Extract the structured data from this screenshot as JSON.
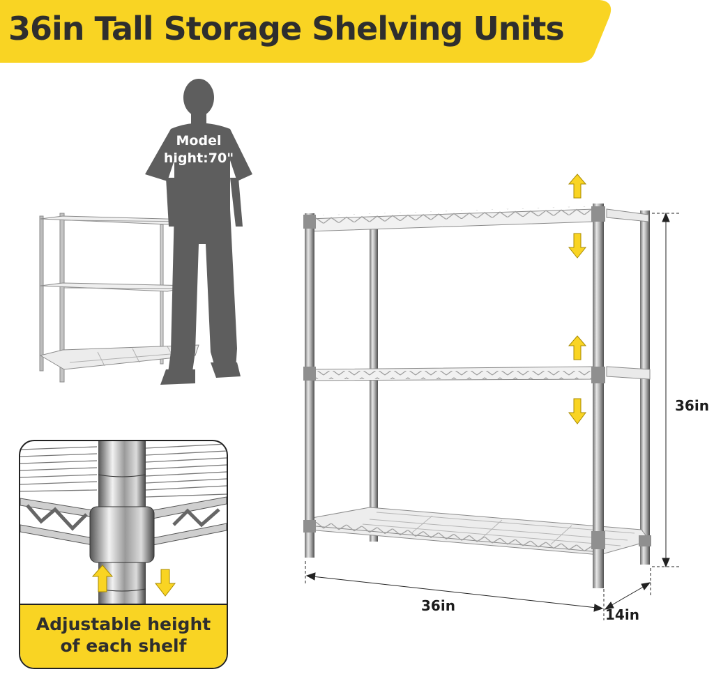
{
  "banner": {
    "title": "36in Tall Storage Shelving Units",
    "color": "#f9d423"
  },
  "model": {
    "label_line1": "Model",
    "label_line2": "hight:70\"",
    "silhouette_color": "#5e5e5e"
  },
  "dimensions": {
    "height": "36in",
    "width": "36in",
    "depth": "14in"
  },
  "detail": {
    "caption_line1": "Adjustable height",
    "caption_line2": "of each shelf"
  },
  "icons": {
    "up_arrow": "arrow-up-icon",
    "down_arrow": "arrow-down-icon"
  },
  "colors": {
    "accent": "#f9d423",
    "text_dark": "#2e2e2e",
    "chrome": "#a9a9a9"
  }
}
